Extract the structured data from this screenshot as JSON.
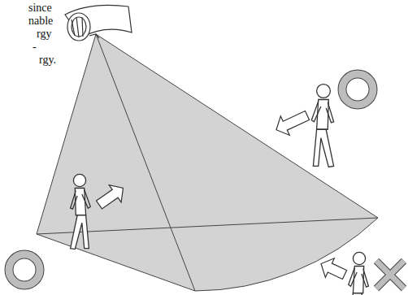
{
  "diagram": {
    "labels": [
      "since",
      "nable",
      "rgy",
      "-",
      "rgy."
    ]
  }
}
